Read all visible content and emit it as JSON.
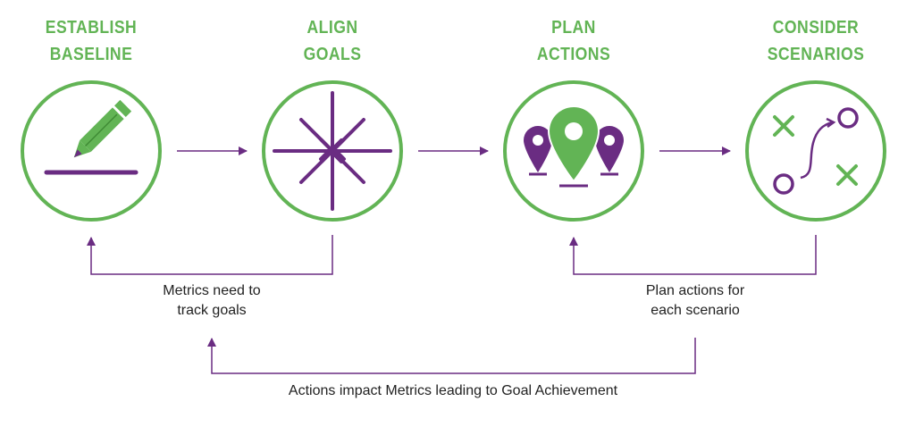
{
  "stages": [
    {
      "line1": "ESTABLISH",
      "line2": "BASELINE",
      "icon": "pencil-icon"
    },
    {
      "line1": "ALIGN",
      "line2": "GOALS",
      "icon": "converging-arrows-icon"
    },
    {
      "line1": "PLAN",
      "line2": "ACTIONS",
      "icon": "map-pins-icon"
    },
    {
      "line1": "CONSIDER",
      "line2": "SCENARIOS",
      "icon": "strategy-play-icon"
    }
  ],
  "feedback_loops": [
    {
      "line1": "Metrics need to",
      "line2": "track goals"
    },
    {
      "line1": "Plan actions for",
      "line2": "each scenario"
    },
    {
      "line1": "Actions impact Metrics leading to Goal Achievement"
    }
  ],
  "colors": {
    "green": "#62b455",
    "purple": "#6a2c82",
    "text": "#222222"
  }
}
